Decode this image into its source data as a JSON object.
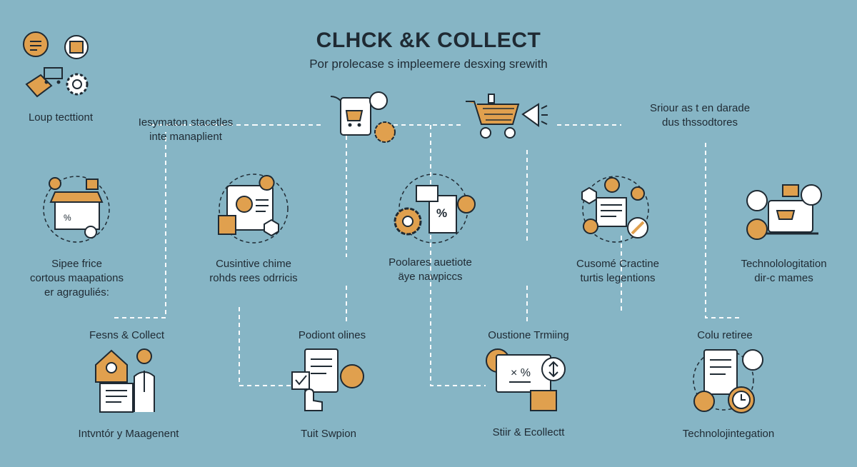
{
  "header": {
    "title": "CLHCK &K COLLECT",
    "subtitle": "Por prolecase s impleemere desxing srewith"
  },
  "colors": {
    "background": "#86b5c5",
    "accent": "#e0a04e",
    "line": "#1f2a33",
    "panel": "#ffffff"
  },
  "nodes": [
    {
      "id": "loup",
      "label": [
        "Loup tecttiont"
      ],
      "icon": "gear-cart-icon"
    },
    {
      "id": "iesymaton",
      "label": [
        "Iesymaton stacetles",
        "inte manaplient"
      ],
      "icon": "none"
    },
    {
      "id": "cart-top",
      "label": [],
      "icon": "shopping-cart-icon"
    },
    {
      "id": "trolley-top",
      "label": [],
      "icon": "trolley-megaphone-icon"
    },
    {
      "id": "sriour",
      "label": [
        "Sriour as t en darade",
        "dus thssodtores"
      ],
      "icon": "none"
    },
    {
      "id": "sipee",
      "label": [
        "Sipee frice",
        "cortous maapations",
        "er agraguliés:"
      ],
      "icon": "storefront-icon"
    },
    {
      "id": "cusintive",
      "label": [
        "Cusintive chime",
        "rohds rees odrricis"
      ],
      "icon": "web-location-icon"
    },
    {
      "id": "poolares",
      "label": [
        "Poolares auetiote",
        "äye nawpiccs"
      ],
      "icon": "gear-discount-icon"
    },
    {
      "id": "cusome",
      "label": [
        "Cusomé Cractine",
        "turtis legentions"
      ],
      "icon": "idea-list-icon"
    },
    {
      "id": "technolo-mid",
      "label": [
        "Technolologitation",
        "dir-c mames"
      ],
      "icon": "laptop-cart-icon"
    },
    {
      "id": "fesns",
      "label": [
        "Fesns & Collect"
      ],
      "icon": "none"
    },
    {
      "id": "podiont",
      "label": [
        "Podiont olines"
      ],
      "icon": "none"
    },
    {
      "id": "oustione",
      "label": [
        "Oustione Trmiing"
      ],
      "icon": "none"
    },
    {
      "id": "colu",
      "label": [
        "Colu retiree"
      ],
      "icon": "none"
    },
    {
      "id": "inventory",
      "label": [
        "Intvntór y Maagenent"
      ],
      "icon": "staff-store-icon"
    },
    {
      "id": "tuit",
      "label": [
        "Tuit Swpion"
      ],
      "icon": "clipboard-tap-icon"
    },
    {
      "id": "stiir",
      "label": [
        "Stiir & Ecollectt"
      ],
      "icon": "monitor-package-icon"
    },
    {
      "id": "techno-bottom",
      "label": [
        "Technolojintegation"
      ],
      "icon": "checklist-clock-icon"
    }
  ]
}
